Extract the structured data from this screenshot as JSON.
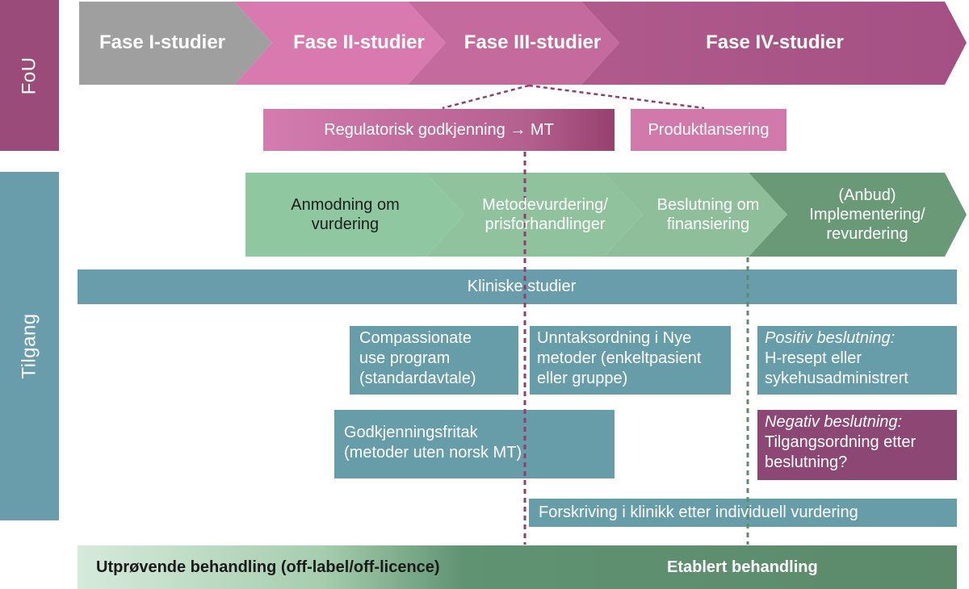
{
  "sidebar": {
    "fou_label": "FoU",
    "tilgang_label": "Tilgang"
  },
  "phases": [
    {
      "label": "Fase I-studier"
    },
    {
      "label": "Fase II-studier"
    },
    {
      "label": "Fase III-studier"
    },
    {
      "label": "Fase IV-studier"
    }
  ],
  "regulatory": {
    "label": "Regulatorisk godkjenning → MT",
    "launch_label": "Produktlansering"
  },
  "tilgang_steps": [
    {
      "line1": "Anmodning om",
      "line2": "vurdering",
      "line3": ""
    },
    {
      "line1": "Metodevurdering/",
      "line2": "prisforhandlinger",
      "line3": ""
    },
    {
      "line1": "Beslutning om",
      "line2": "finansiering",
      "line3": ""
    },
    {
      "line1": "(Anbud)",
      "line2": "Implementering/",
      "line3": "revurdering"
    }
  ],
  "kliniske_studier": "Kliniske studier",
  "compassionate": {
    "line1": "Compassionate",
    "line2": "use program",
    "line3": "(standardavtale)"
  },
  "unntak": {
    "line1": "Unntaksordning i Nye",
    "line2": "metoder (enkeltpasient",
    "line3": "eller gruppe)"
  },
  "positiv": {
    "heading": "Positiv beslutning:",
    "line1": "H-resept eller",
    "line2": "sykehusadministrert"
  },
  "godkjenning": {
    "line1": "Godkjenningsfritak",
    "line2": "(metoder uten norsk MT)"
  },
  "negativ": {
    "heading": "Negativ beslutning:",
    "line1": "Tilgangsordning etter",
    "line2": "beslutning?"
  },
  "forskriving": "Forskriving i klinikk etter individuell vurdering",
  "bottom": {
    "left_label": "Utprøvende behandling (off-label/off-licence)",
    "right_label": "Etablert behandling"
  },
  "colors": {
    "fou_purple": "#9b4b7a",
    "tilgang_teal": "#6a9dab",
    "box_teal": "#679ca9",
    "negativ_purple": "#8c4775",
    "dotted_purple": "#8e3f70",
    "dotted_green": "#5f8b6e"
  }
}
